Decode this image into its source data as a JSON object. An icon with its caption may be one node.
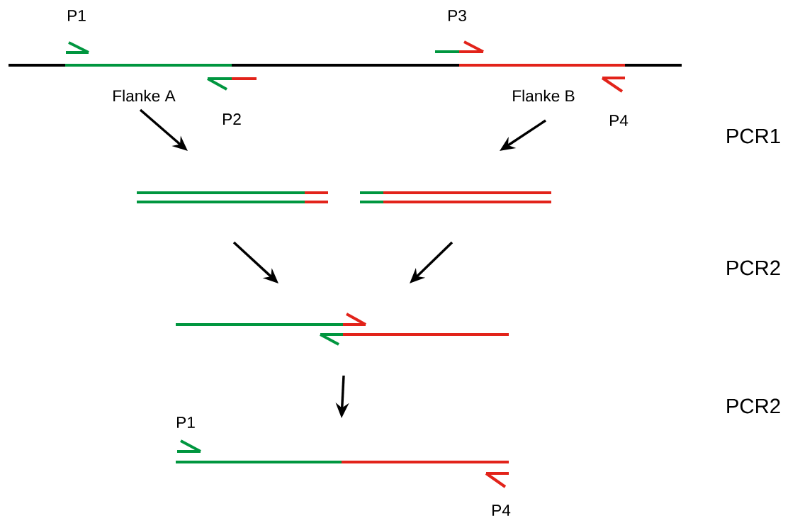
{
  "diagram": {
    "labels": [
      "P1",
      "P3",
      "Flanke A",
      "Flanke B",
      "P2",
      "P4",
      "PCR1",
      "PCR2",
      "PCR2",
      "P1",
      "P4"
    ]
  }
}
